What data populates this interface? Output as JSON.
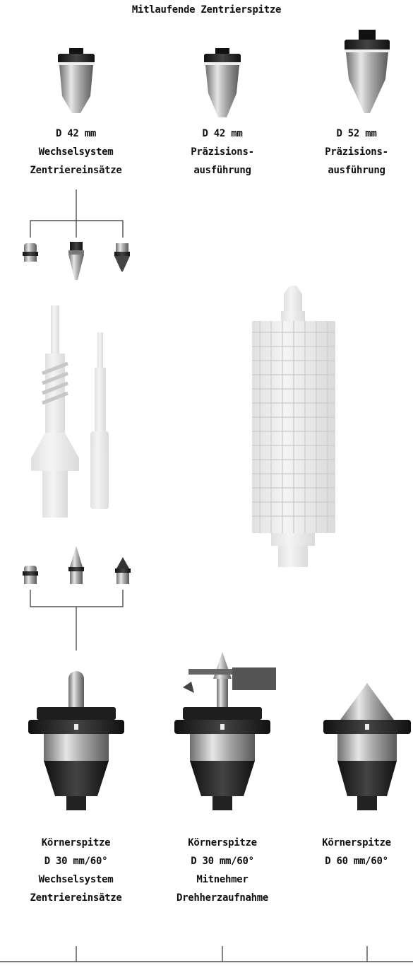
{
  "title": "Mitlaufende Zentrierspitze",
  "top_products": [
    {
      "lines": [
        "D 42 mm",
        "Wechselsystem",
        "Zentriereinsätze"
      ],
      "icon": "live-center-small-icon"
    },
    {
      "lines": [
        "D 42 mm",
        "Präzisions-",
        "ausführung"
      ],
      "icon": "live-center-small-icon"
    },
    {
      "lines": [
        "D 52 mm",
        "Präzisions-",
        "ausführung"
      ],
      "icon": "live-center-large-icon"
    }
  ],
  "bottom_products": [
    {
      "lines": [
        "Körnerspitze",
        "D 30 mm/60°",
        "Wechselsystem",
        "Zentriereinsätze"
      ],
      "icon": "center-pin-icon"
    },
    {
      "lines": [
        "Körnerspitze",
        "D 30 mm/60°",
        "Mitnehmer",
        "Drehherzaufnahme"
      ],
      "icon": "center-carrier-icon"
    },
    {
      "lines": [
        "Körnerspitze",
        "D 60 mm/60°"
      ],
      "icon": "center-cone-icon"
    }
  ],
  "colors": {
    "line": "#333333",
    "metal": "#9a9a9a",
    "dark": "#222222",
    "ghost": "#d6d6d6"
  }
}
